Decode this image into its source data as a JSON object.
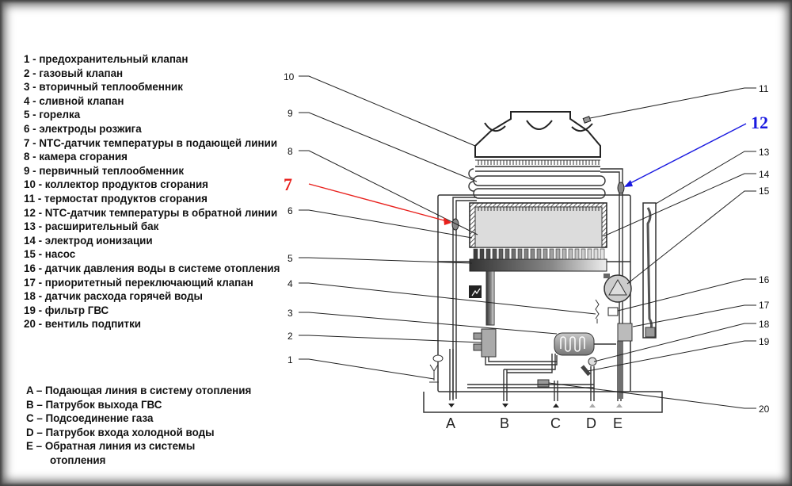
{
  "legend": {
    "items": [
      "1 - предохранительный клапан",
      "2 - газовый клапан",
      "3 - вторичный теплообменник",
      "4 - сливной клапан",
      "5 - горелка",
      "6 - электроды розжига",
      "7 - NTC-датчик температуры в подающей линии",
      "8 - камера сгорания",
      "9 - первичный теплообменник",
      "10 - коллектор продуктов сгорания",
      "11 - термостат продуктов сгорания",
      "12 - NTC-датчик температуры в обратной линии",
      "13 - расширительный бак",
      "14 - электрод ионизации",
      "15 - насос",
      "16 - датчик давления воды в системе отопления",
      "17 - приоритетный переключающий клапан",
      "18 - датчик расхода горячей воды",
      "19 - фильтр ГВС",
      "20 - вентиль подпитки"
    ]
  },
  "connections": {
    "items": [
      "A – Подающая линия в систему отопления",
      "B – Патрубок выхода ГВС",
      "C – Подсоединение газа",
      "D – Патрубок входа холодной воды",
      "E – Обратная линия из системы"
    ],
    "continuation": "отопления"
  },
  "callouts": {
    "left": [
      "10",
      "9",
      "8",
      "6",
      "5",
      "4",
      "3",
      "2",
      "1"
    ],
    "right": [
      "11",
      "13",
      "14",
      "15",
      "16",
      "17",
      "18",
      "19",
      "20"
    ],
    "highlight_supply": "7",
    "highlight_return": "12"
  },
  "ports": [
    "A",
    "B",
    "C",
    "D",
    "E"
  ],
  "colors": {
    "highlight_supply": "#e8201c",
    "highlight_return": "#1a1ae0",
    "chamber_fill": "#dcdcdc",
    "port_d_e_arrow": "#aaaaaa"
  }
}
